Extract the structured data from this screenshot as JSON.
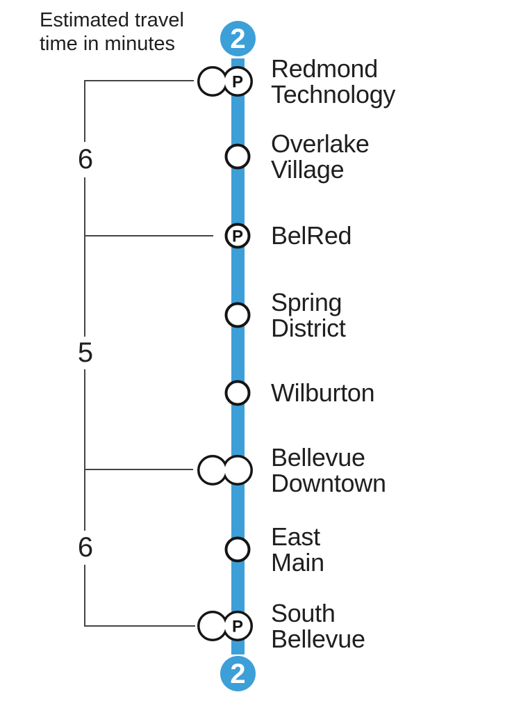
{
  "legend": {
    "title": "Estimated travel\ntime in minutes"
  },
  "line": {
    "badge_label": "2",
    "name": "2 Line"
  },
  "colors": {
    "line_blue": "#3D9FD8",
    "text": "#1F1F1F",
    "bracket_gray": "#444444"
  },
  "symbols": {
    "parking": "P"
  },
  "stations": [
    {
      "name": "Redmond\nTechnology",
      "marker": "interchange",
      "parking": true
    },
    {
      "name": "Overlake\nVillage",
      "marker": "standard",
      "parking": false
    },
    {
      "name": "BelRed",
      "marker": "standard",
      "parking": true
    },
    {
      "name": "Spring\nDistrict",
      "marker": "standard",
      "parking": false
    },
    {
      "name": "Wilburton",
      "marker": "standard",
      "parking": false
    },
    {
      "name": "Bellevue\nDowntown",
      "marker": "interchange",
      "parking": false
    },
    {
      "name": "East\nMain",
      "marker": "standard",
      "parking": false
    },
    {
      "name": "South\nBellevue",
      "marker": "interchange",
      "parking": true
    }
  ],
  "travel_times": [
    {
      "minutes": "6",
      "from": "Redmond Technology",
      "to": "BelRed"
    },
    {
      "minutes": "5",
      "from": "BelRed",
      "to": "Bellevue Downtown"
    },
    {
      "minutes": "6",
      "from": "Bellevue Downtown",
      "to": "South Bellevue"
    }
  ]
}
